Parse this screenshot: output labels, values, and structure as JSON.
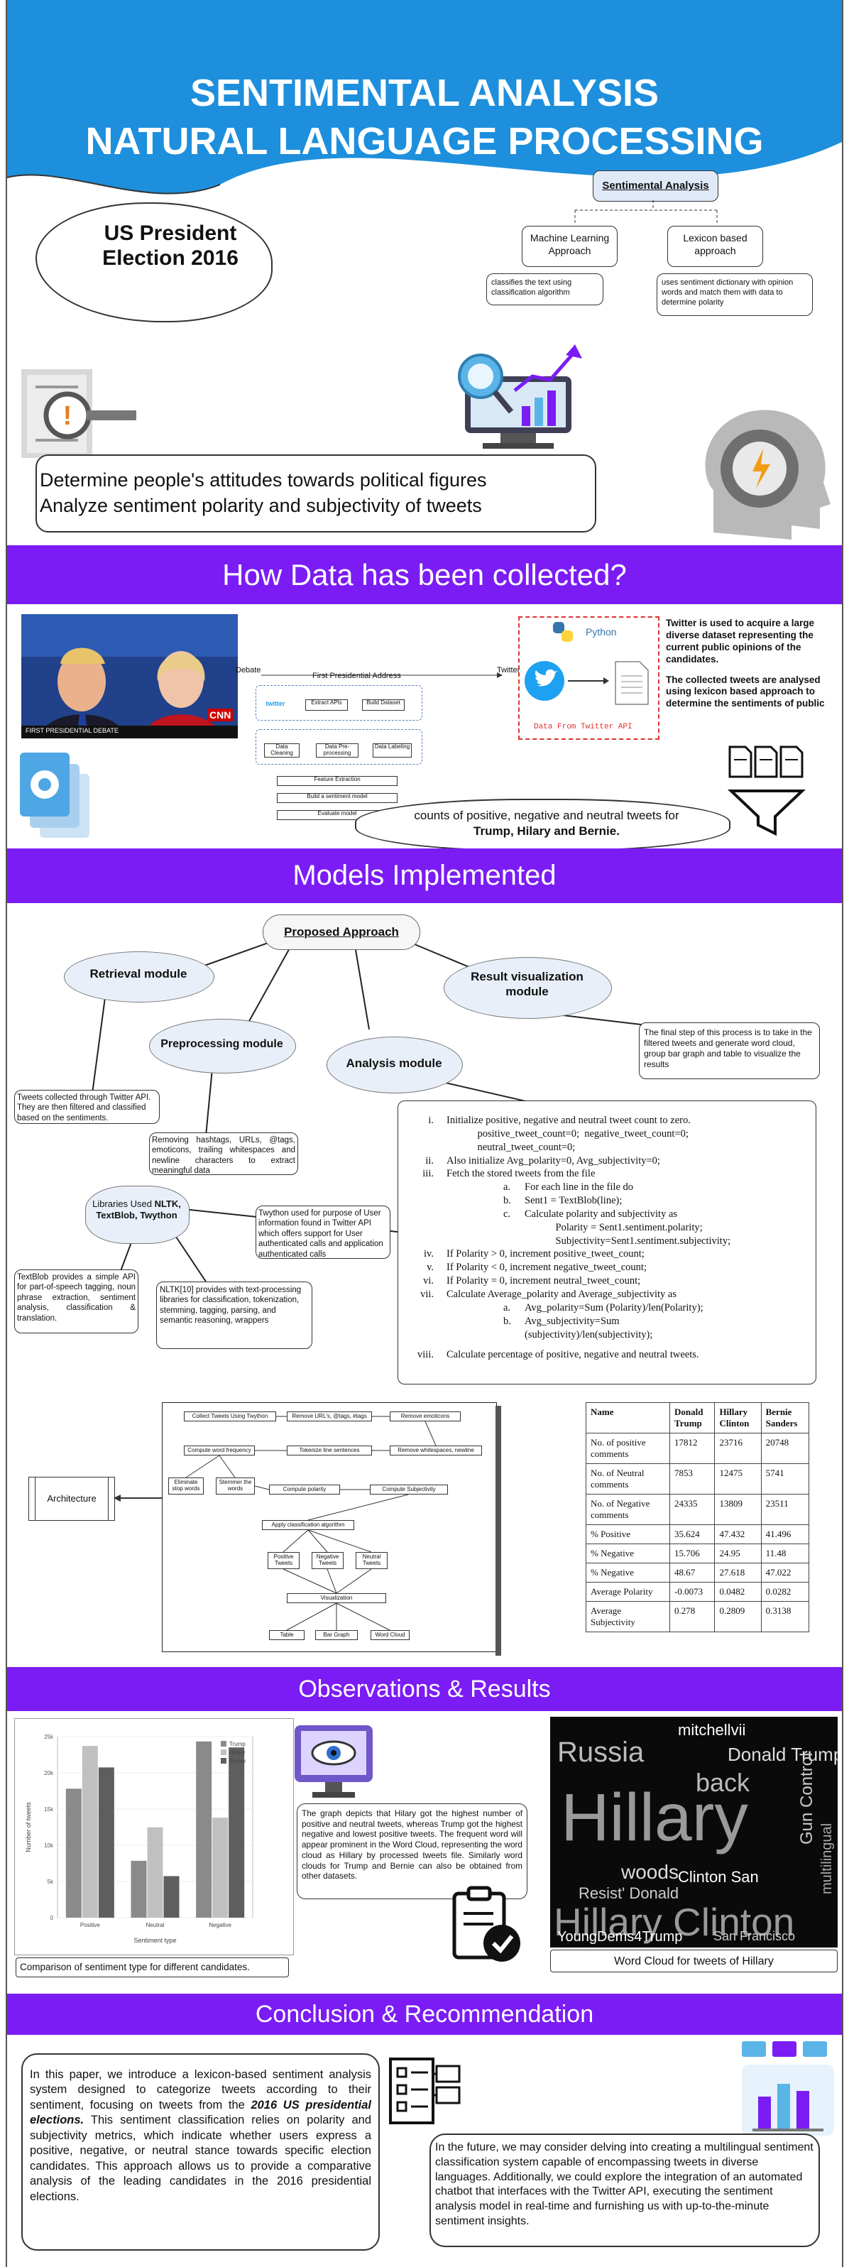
{
  "header": {
    "title_line1": "SENTIMENTAL ANALYSIS",
    "title_line2": "NATURAL LANGUAGE PROCESSING",
    "cloud_text": "US President Election 2016",
    "sa_label": "Sentimental Analysis",
    "ml_label": "Machine Learning Approach",
    "ml_desc": "classifies the text using classification algorithm",
    "lex_label": "Lexicon based approach",
    "lex_desc": "uses sentiment dictionary with opinion words and match them with data to determine polarity",
    "goal_line1": "Determine people's attitudes towards political figures",
    "goal_line2": "Analyze sentiment polarity and subjectivity of tweets"
  },
  "colors": {
    "banner": "#7b1cf5",
    "header_blue": "#1d8fdc",
    "cloud": "#e9eff9"
  },
  "data_section": {
    "title": "How Data has been collected?",
    "debate_label": "Debate",
    "address_label": "First Presidential Address",
    "twitter_label": "Twitter",
    "python_label": "Python",
    "twitter_api_label": "Data From Twitter API",
    "para1": "Twitter is used to acquire a large diverse dataset representing the current public opinions of the candidates.",
    "para2": "The collected tweets are analysed using lexicon based approach to determine the sentiments of public",
    "counts_prefix": "counts of positive, negative and neutral tweets for ",
    "counts_bold": "Trump, Hilary and Bernie.",
    "photo_caption": "FIRST PRESIDENTIAL DEBATE",
    "photo_logo": "CNN",
    "flow_steps": [
      "Extract APIs",
      "Build Dataset",
      "Data Cleaning",
      "Data Pre-processing",
      "Data Labeling",
      "Feature Extraction",
      "Build a sentiment model",
      "Evaluate model"
    ]
  },
  "models": {
    "title": "Models Implemented",
    "proposed": "Proposed Approach",
    "retrieval": "Retrieval module",
    "preprocessing": "Preprocessing module",
    "analysis": "Analysis module",
    "result_vis": "Result visualization module",
    "result_vis_desc": "The final step of this process is to take in the filtered tweets and generate word cloud, group bar graph and table to visualize the results",
    "retrieval_desc": "Tweets collected through Twitter API. They are then filtered and classified based on the sentiments.",
    "preprocessing_desc": "Removing hashtags, URLs, @tags, emoticons, trailing whitespaces and newline characters to extract meaningful data",
    "libraries_prefix": "Libraries Used ",
    "libraries_bold": "NLTK, TextBlob, Twython",
    "twython_desc": "Twython used for purpose of User information found in Twitter API which offers support for User authenticated calls and application authenticated calls",
    "textblob_desc": "TextBlob provides a simple API for part-of-speech tagging, noun phrase extraction, sentiment analysis, classification & translation.",
    "nltk_desc": "NLTK[10] provides with text-processing libraries for classification, tokenization, stemming, tagging, parsing, and semantic reasoning, wrappers"
  },
  "algorithm": [
    {
      "n": "i.",
      "lines": [
        "Initialize positive, negative and neutral tweet count to zero.",
        "            positive_tweet_count=0;  negative_tweet_count=0;",
        "            neutral_tweet_count=0;"
      ]
    },
    {
      "n": "ii.",
      "lines": [
        "Also initialize Avg_polarity=0, Avg_subjectivity=0;"
      ]
    },
    {
      "n": "iii.",
      "lines": [
        "Fetch the stored tweets from the file"
      ]
    },
    {
      "n": "a.",
      "sub": true,
      "lines": [
        "For each line in the file do"
      ]
    },
    {
      "n": "b.",
      "sub": true,
      "lines": [
        "Sent1 = TextBlob(line);"
      ]
    },
    {
      "n": "c.",
      "sub": true,
      "lines": [
        "Calculate polarity and subjectivity as",
        "            Polarity = Sent1.sentiment.polarity;",
        "            Subjectivity=Sent1.sentiment.subjectivity;"
      ]
    },
    {
      "n": "iv.",
      "lines": [
        "If Polarity > 0, increment positive_tweet_count;"
      ]
    },
    {
      "n": "v.",
      "lines": [
        "If Polarity < 0, increment negative_tweet_count;"
      ]
    },
    {
      "n": "vi.",
      "lines": [
        "If Polarity = 0, increment neutral_tweet_count;"
      ]
    },
    {
      "n": "vii.",
      "lines": [
        "Calculate Average_polarity and Average_subjectivity as"
      ]
    },
    {
      "n": "a.",
      "sub": true,
      "lines": [
        "Avg_polarity=Sum (Polarity)/len(Polarity);"
      ]
    },
    {
      "n": "b.",
      "sub": true,
      "lines": [
        "Avg_subjectivity=Sum",
        "(subjectivity)/len(subjectivity);"
      ]
    },
    {
      "n": "viii.",
      "lines": [
        "Calculate percentage of positive, negative and neutral tweets."
      ]
    }
  ],
  "architecture": {
    "label": "Architecture",
    "nodes": [
      "Collect Tweets Using Twython",
      "Remove URL's, @tags, #tags",
      "Remove emoticons",
      "Compute word frequency",
      "Tokenize line sentences",
      "Remove whitespaces, newline",
      "Eliminate stop words",
      "Stemmer the words",
      "Compute polarity",
      "Compute Subjectivity",
      "Apply classification algorithm",
      "Positive Tweets",
      "Negative Tweets",
      "Neutral Tweets",
      "Visualization",
      "Table",
      "Bar Graph",
      "Word Cloud"
    ]
  },
  "results_table": {
    "headers": [
      "Name",
      "Donald Trump",
      "Hillary Clinton",
      "Bernie Sanders"
    ],
    "rows": [
      [
        "No. of positive comments",
        "17812",
        "23716",
        "20748"
      ],
      [
        "No. of Neutral comments",
        "7853",
        "12475",
        "5741"
      ],
      [
        "No. of Negative comments",
        "24335",
        "13809",
        "23511"
      ],
      [
        "% Positive",
        "35.624",
        "47.432",
        "41.496"
      ],
      [
        "% Negative",
        "15.706",
        "24.95",
        "11.48"
      ],
      [
        "% Negative",
        "48.67",
        "27.618",
        "47.022"
      ],
      [
        "Average Polarity",
        "-0.0073",
        "0.0482",
        "0.0282"
      ],
      [
        "Average Subjectivity",
        "0.278",
        "0.2809",
        "0.3138"
      ]
    ]
  },
  "observations": {
    "title": "Observations & Results",
    "chart_caption": "Comparison of sentiment type for different candidates.",
    "graph_text": "The graph depicts that Hilary got the highest number of positive and neutral tweets, whereas Trump got the highest negative and lowest positive tweets. The frequent word will appear prominent in the Word Cloud, representing the word cloud as Hillary by processed tweets file. Similarly word clouds for Trump and Bernie can also be obtained from other datasets.",
    "wordcloud_caption": "Word Cloud for tweets of Hillary",
    "wordcloud_words": [
      "mitchellvii",
      "Russia",
      "Donald Trump",
      "back",
      "Hillary",
      "woods",
      "Clinton San",
      "Resist' Donald",
      "Hillary Clinton",
      "YoungDems4Trump",
      "San Francisco",
      "Gun Control",
      "multilingual"
    ]
  },
  "chart_data": {
    "type": "bar",
    "categories": [
      "Positive",
      "Neutral",
      "Negative"
    ],
    "series": [
      {
        "name": "Trump",
        "values": [
          17812,
          7853,
          24335
        ]
      },
      {
        "name": "Hillary",
        "values": [
          23716,
          12475,
          13809
        ]
      },
      {
        "name": "Bernie",
        "values": [
          20748,
          5741,
          23511
        ]
      }
    ],
    "xlabel": "Sentiment type",
    "ylabel": "Number of tweets",
    "ylim": [
      0,
      25000
    ],
    "ticks": [
      "0",
      "5k",
      "10k",
      "15k",
      "20k",
      "25k"
    ],
    "colors": [
      "#8a8a8a",
      "#c0c0c0",
      "#5e5e5e"
    ],
    "legend": "top-right"
  },
  "conclusion": {
    "title": "Conclusion & Recommendation",
    "left_before": "In this paper, we introduce a lexicon-based sentiment analysis system designed to categorize tweets according to their sentiment, focusing on tweets from the ",
    "left_bold": "2016 US presidential elections.",
    "left_after": " This sentiment classification relies on polarity and subjectivity metrics, which indicate whether users express a positive, negative, or neutral stance towards specific election candidates. This approach allows us to provide a comparative analysis of the leading candidates in the 2016 presidential elections.",
    "right_text": "In the future, we may consider delving into creating a multilingual sentiment classification system capable of encompassing tweets in diverse languages. Additionally, we could explore the integration of an automated chatbot that interfaces with the Twitter API, executing the sentiment analysis model in real-time and furnishing us with up-to-the-minute sentiment insights."
  }
}
